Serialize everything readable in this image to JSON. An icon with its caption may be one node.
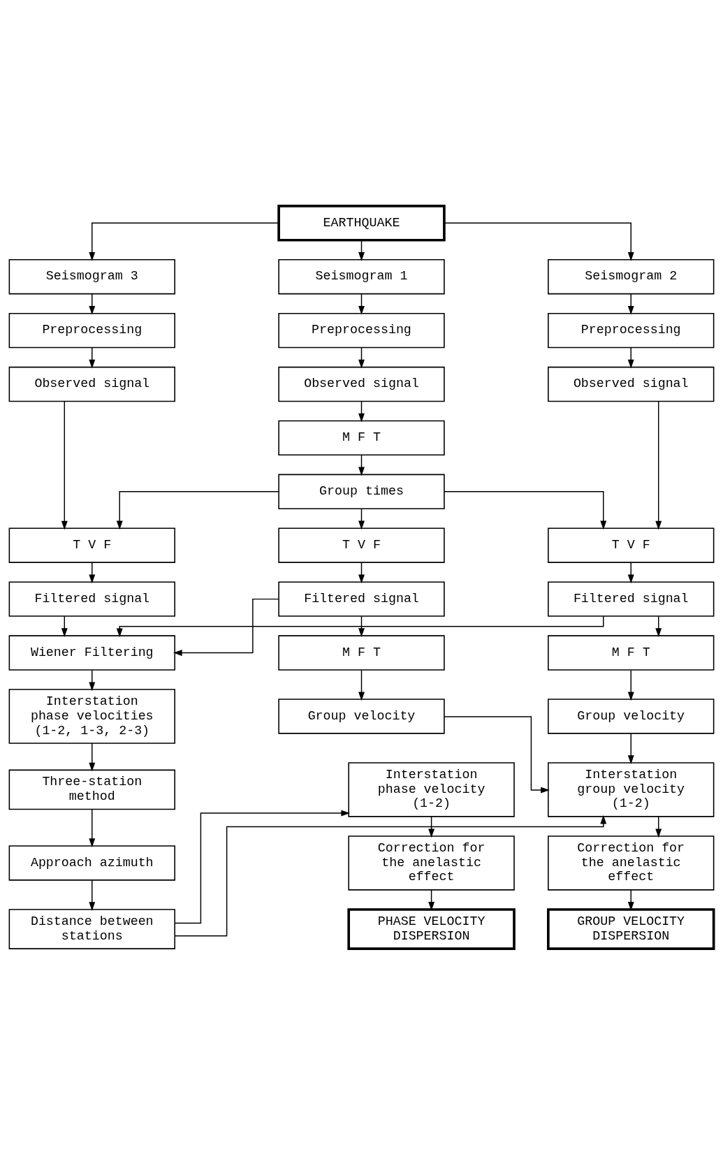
{
  "diagram": {
    "nodes": [
      {
        "text": [
          "EARTHQUAKE"
        ]
      },
      {
        "text": [
          "Seismogram 3"
        ]
      },
      {
        "text": [
          "Seismogram 1"
        ]
      },
      {
        "text": [
          "Seismogram 2"
        ]
      },
      {
        "text": [
          "Preprocessing"
        ]
      },
      {
        "text": [
          "Preprocessing"
        ]
      },
      {
        "text": [
          "Preprocessing"
        ]
      },
      {
        "text": [
          "Observed signal"
        ]
      },
      {
        "text": [
          "Observed signal"
        ]
      },
      {
        "text": [
          "Observed signal"
        ]
      },
      {
        "text": [
          "M F T"
        ]
      },
      {
        "text": [
          "Group times"
        ]
      },
      {
        "text": [
          "T V F"
        ]
      },
      {
        "text": [
          "T V F"
        ]
      },
      {
        "text": [
          "T V F"
        ]
      },
      {
        "text": [
          "Filtered signal"
        ]
      },
      {
        "text": [
          "Filtered signal"
        ]
      },
      {
        "text": [
          "Filtered signal"
        ]
      },
      {
        "text": [
          "Wiener Filtering"
        ]
      },
      {
        "text": [
          "M F T"
        ]
      },
      {
        "text": [
          "M F T"
        ]
      },
      {
        "text": [
          "Interstation phase velocities (1-2, 1-3, 2-3)"
        ]
      },
      {
        "text": [
          "Group velocity"
        ]
      },
      {
        "text": [
          "Group velocity"
        ]
      },
      {
        "text": [
          "Three-station method"
        ]
      },
      {
        "text": [
          "Interstation phase velocity (1-2)"
        ]
      },
      {
        "text": [
          "Interstation group velocity (1-2)"
        ]
      },
      {
        "text": [
          "Approach azimuth"
        ]
      },
      {
        "text": [
          "Correction for the anelastic effect"
        ]
      },
      {
        "text": [
          "Correction for the anelastic effect"
        ]
      },
      {
        "text": [
          "Distance between stations"
        ]
      },
      {
        "text": [
          "PHASE VELOCITY DISPERSION"
        ]
      },
      {
        "text": [
          "GROUP VELOCITY DISPERSION"
        ]
      }
    ],
    "edges": [
      {
        "from": 0,
        "to": 1,
        "arrow": "to"
      },
      {
        "from": 0,
        "to": 2,
        "arrow": "to"
      },
      {
        "from": 0,
        "to": 3,
        "arrow": "to"
      },
      {
        "from": 1,
        "to": 4,
        "arrow": "to"
      },
      {
        "from": 2,
        "to": 5,
        "arrow": "to"
      },
      {
        "from": 3,
        "to": 6,
        "arrow": "to"
      },
      {
        "from": 4,
        "to": 7,
        "arrow": "to"
      },
      {
        "from": 5,
        "to": 8,
        "arrow": "to"
      },
      {
        "from": 6,
        "to": 9,
        "arrow": "to"
      },
      {
        "from": 8,
        "to": 10,
        "arrow": "to"
      },
      {
        "from": 10,
        "to": 11,
        "arrow": "to"
      },
      {
        "from": 7,
        "to": 12,
        "arrow": "to"
      },
      {
        "from": 11,
        "to": 12,
        "arrow": "to"
      },
      {
        "from": 11,
        "to": 13,
        "arrow": "to"
      },
      {
        "from": 11,
        "to": 14,
        "arrow": "to"
      },
      {
        "from": 9,
        "to": 14,
        "arrow": "to"
      },
      {
        "from": 12,
        "to": 15,
        "arrow": "to"
      },
      {
        "from": 13,
        "to": 16,
        "arrow": "to"
      },
      {
        "from": 14,
        "to": 17,
        "arrow": "to"
      },
      {
        "from": 15,
        "to": 18,
        "arrow": "to"
      },
      {
        "from": 16,
        "to": 18,
        "arrow": "to"
      },
      {
        "from": 17,
        "to": 18,
        "arrow": "to"
      },
      {
        "from": 16,
        "to": 19,
        "arrow": "to"
      },
      {
        "from": 17,
        "to": 20,
        "arrow": "to"
      },
      {
        "from": 18,
        "to": 21,
        "arrow": "to"
      },
      {
        "from": 19,
        "to": 22,
        "arrow": "to"
      },
      {
        "from": 20,
        "to": 23,
        "arrow": "to"
      },
      {
        "from": 21,
        "to": 24,
        "arrow": "to"
      },
      {
        "from": 22,
        "to": 26,
        "arrow": "to"
      },
      {
        "from": 23,
        "to": 26,
        "arrow": "to"
      },
      {
        "from": 24,
        "to": 27,
        "arrow": "to"
      },
      {
        "from": 27,
        "to": 30,
        "arrow": "to"
      },
      {
        "from": 30,
        "to": 25,
        "arrow": "to"
      },
      {
        "from": 30,
        "to": 26,
        "arrow": "to"
      },
      {
        "from": 25,
        "to": 28,
        "arrow": "to"
      },
      {
        "from": 26,
        "to": 29,
        "arrow": "to"
      },
      {
        "from": 28,
        "to": 31,
        "arrow": "to"
      },
      {
        "from": 29,
        "to": 32,
        "arrow": "to"
      }
    ]
  }
}
